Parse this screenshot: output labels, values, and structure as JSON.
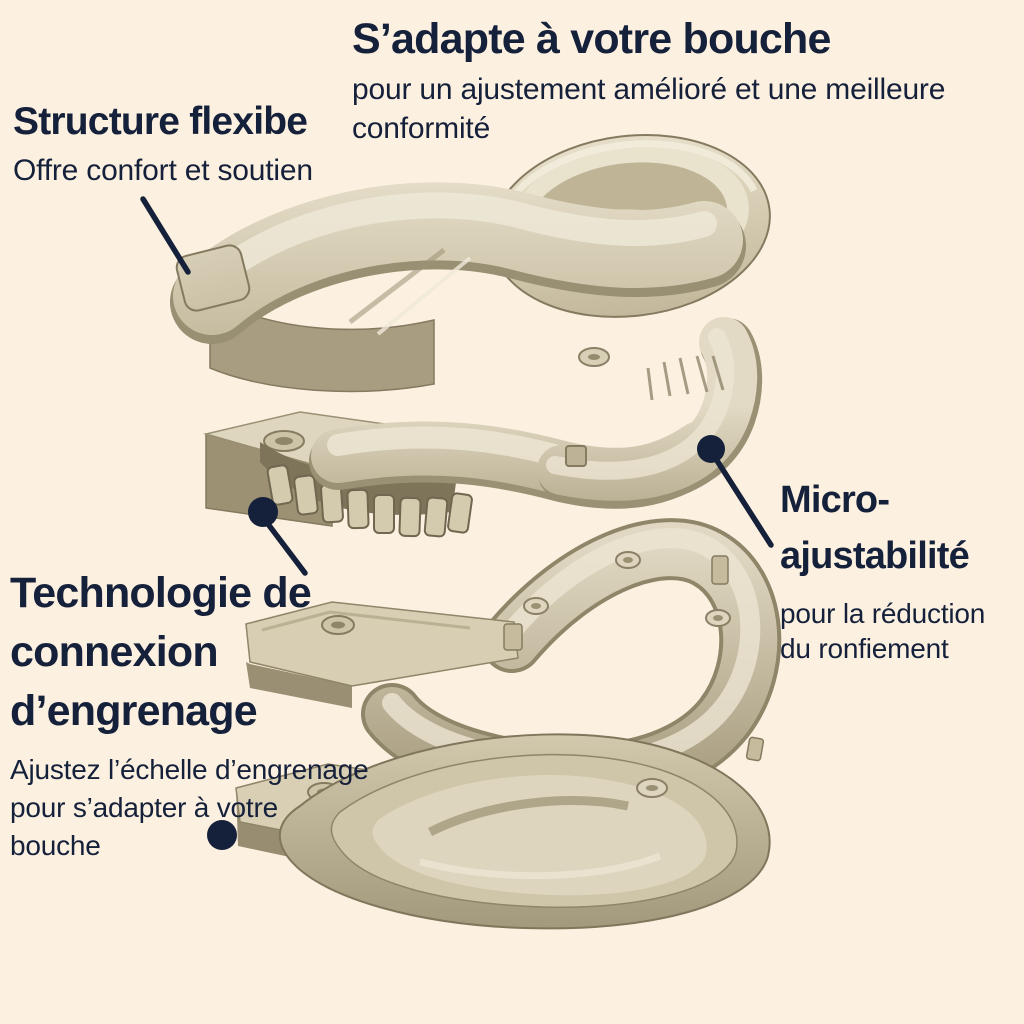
{
  "page": {
    "background_color": "#fcf0e0",
    "text_color": "#15203a",
    "marker_color": "#15203a"
  },
  "colors": {
    "marker": "#15203a",
    "device_light": "#e9e2cd",
    "device_mid": "#cfc5a8",
    "device_dark": "#a2987b",
    "device_edge": "#847a60"
  },
  "annotations": {
    "fit": {
      "title": "S’adapte à votre bouche",
      "subtitle_lines": [
        "pour un ajustement amélioré et une meilleure",
        "conformité"
      ]
    },
    "flexible": {
      "title": "Structure flexibe",
      "subtitle_lines": [
        "Offre confort et soutien"
      ]
    },
    "micro": {
      "title_lines": [
        "Micro-",
        "ajustabilité"
      ],
      "subtitle_lines": [
        "pour la réduction",
        "du ronfiement"
      ]
    },
    "gear": {
      "title_lines": [
        "Technologie de",
        "connexion",
        "d’engrenage"
      ],
      "subtitle_lines": [
        "Ajustez l’échelle d’engrenage",
        "pour s’adapter à votre",
        "bouche"
      ]
    }
  },
  "illustration": {
    "subject": "exploded-anti-snoring-mouthguard",
    "layer_names": [
      "upper-tray",
      "gear-adjustment-arm",
      "connection-arch",
      "lower-tray"
    ]
  }
}
